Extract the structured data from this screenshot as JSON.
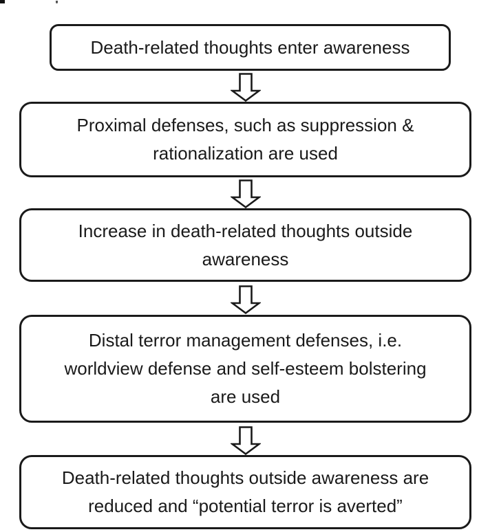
{
  "page": {
    "background_color": "#ffffff",
    "stroke_color": "#1a1a1a"
  },
  "flowchart": {
    "type": "vertical-flow",
    "nodes": [
      {
        "id": 1,
        "lines": [
          "Death-related thoughts enter awareness"
        ]
      },
      {
        "id": 2,
        "lines": [
          "Proximal defenses, such as suppression &",
          "rationalization are used"
        ]
      },
      {
        "id": 3,
        "lines": [
          "Increase in death-related thoughts outside",
          "awareness"
        ]
      },
      {
        "id": 4,
        "lines": [
          "Distal terror management defenses, i.e.",
          "worldview defense and self-esteem bolstering",
          "are used"
        ]
      },
      {
        "id": 5,
        "lines": [
          "Death-related thoughts outside awareness are",
          "reduced and “potential terror is averted”"
        ]
      }
    ],
    "connectors": [
      {
        "from": 1,
        "to": 2,
        "glyph": "hollow-block-arrow-down"
      },
      {
        "from": 2,
        "to": 3,
        "glyph": "hollow-block-arrow-down"
      },
      {
        "from": 3,
        "to": 4,
        "glyph": "hollow-block-arrow-down"
      },
      {
        "from": 4,
        "to": 5,
        "glyph": "hollow-block-arrow-down"
      }
    ]
  }
}
